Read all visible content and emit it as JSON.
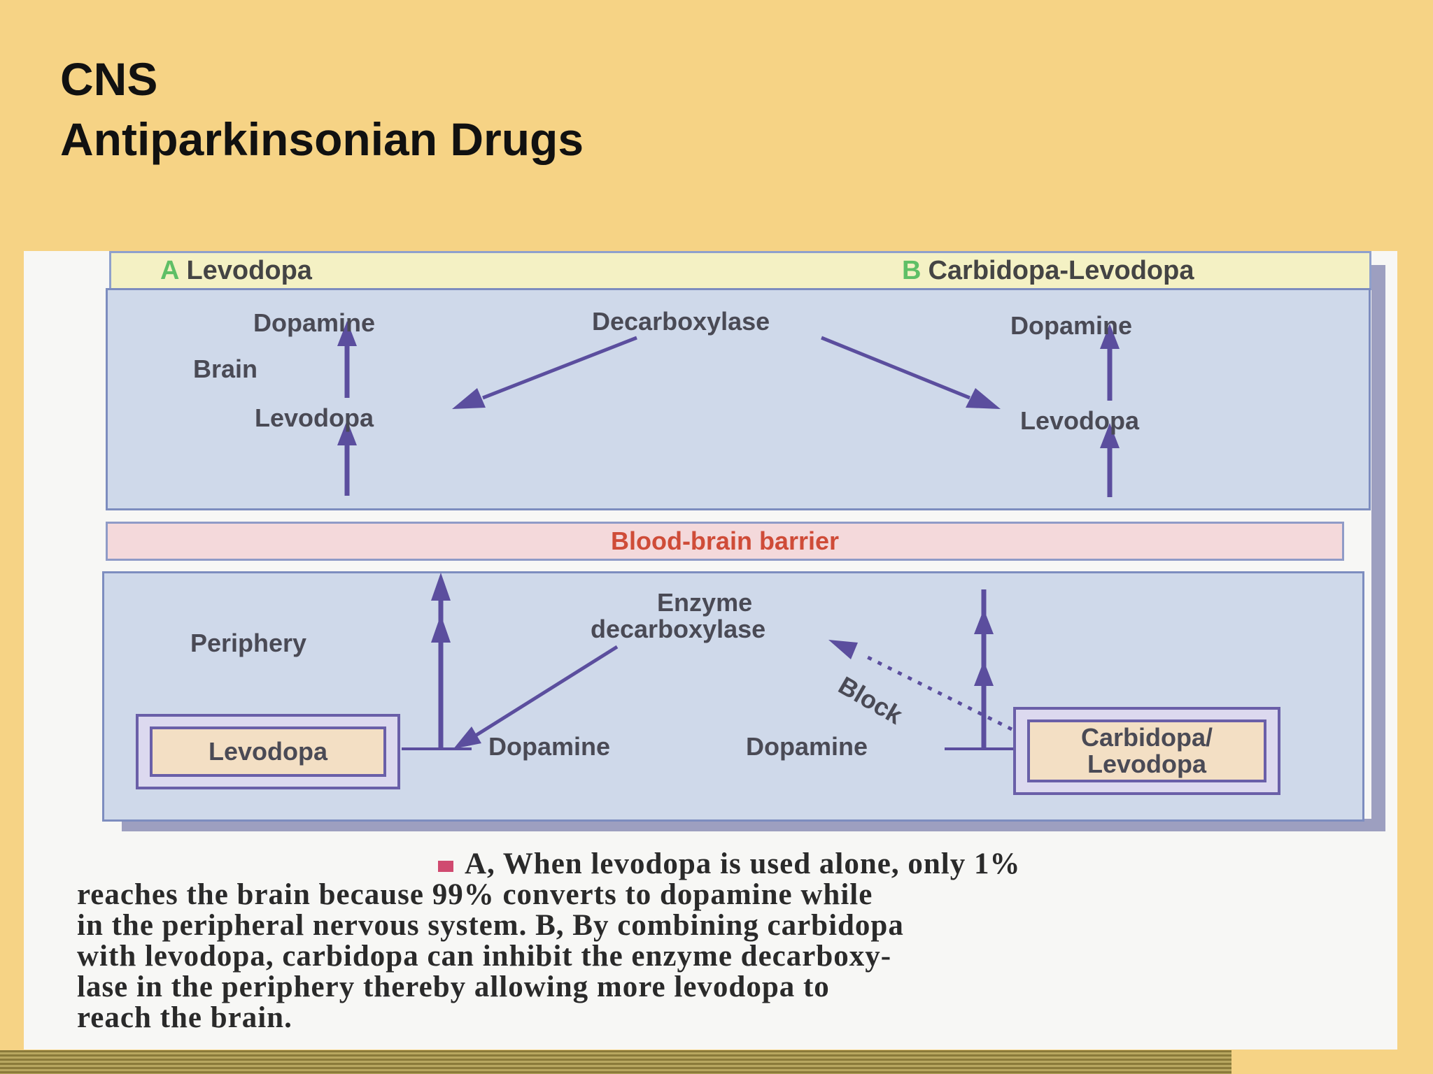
{
  "slide": {
    "title_line1": "CNS",
    "title_line2": "Antiparkinsonian Drugs"
  },
  "figure": {
    "panel_a_letter": "A",
    "panel_a_title": "Levodopa",
    "panel_b_letter": "B",
    "panel_b_title": "Carbidopa-Levodopa",
    "brain_label": "Brain",
    "periphery_label": "Periphery",
    "decarboxylase": "Decarboxylase",
    "dopamine_a_brain": "Dopamine",
    "levodopa_a_brain": "Levodopa",
    "dopamine_b_brain": "Dopamine",
    "levodopa_b_brain": "Levodopa",
    "blood_brain_barrier": "Blood-brain barrier",
    "enzyme_line1": "Enzyme",
    "enzyme_line2": "decarboxylase",
    "block": "Block",
    "levodopa_box": "Levodopa",
    "dopamine_a_periphery": "Dopamine",
    "dopamine_b_periphery": "Dopamine",
    "carbidopa_box_line1": "Carbidopa/",
    "carbidopa_box_line2": "Levodopa",
    "colors": {
      "arrow": "#5b4e9e",
      "panel": "#cfd9ea",
      "barrier": "#f4d9db",
      "barrier_text": "#cf4c38",
      "header_letter": "#5fbf66",
      "bullet": "#d04a70"
    }
  },
  "caption": {
    "line1": "A, When levodopa is used alone, only 1%",
    "line2": "reaches the brain because 99% converts to dopamine while",
    "line3": "in the peripheral nervous system. B, By combining carbidopa",
    "line4": "with levodopa, carbidopa can inhibit the enzyme decarboxy-",
    "line5": "lase in the periphery thereby allowing more levodopa to",
    "line6": "reach the brain."
  }
}
